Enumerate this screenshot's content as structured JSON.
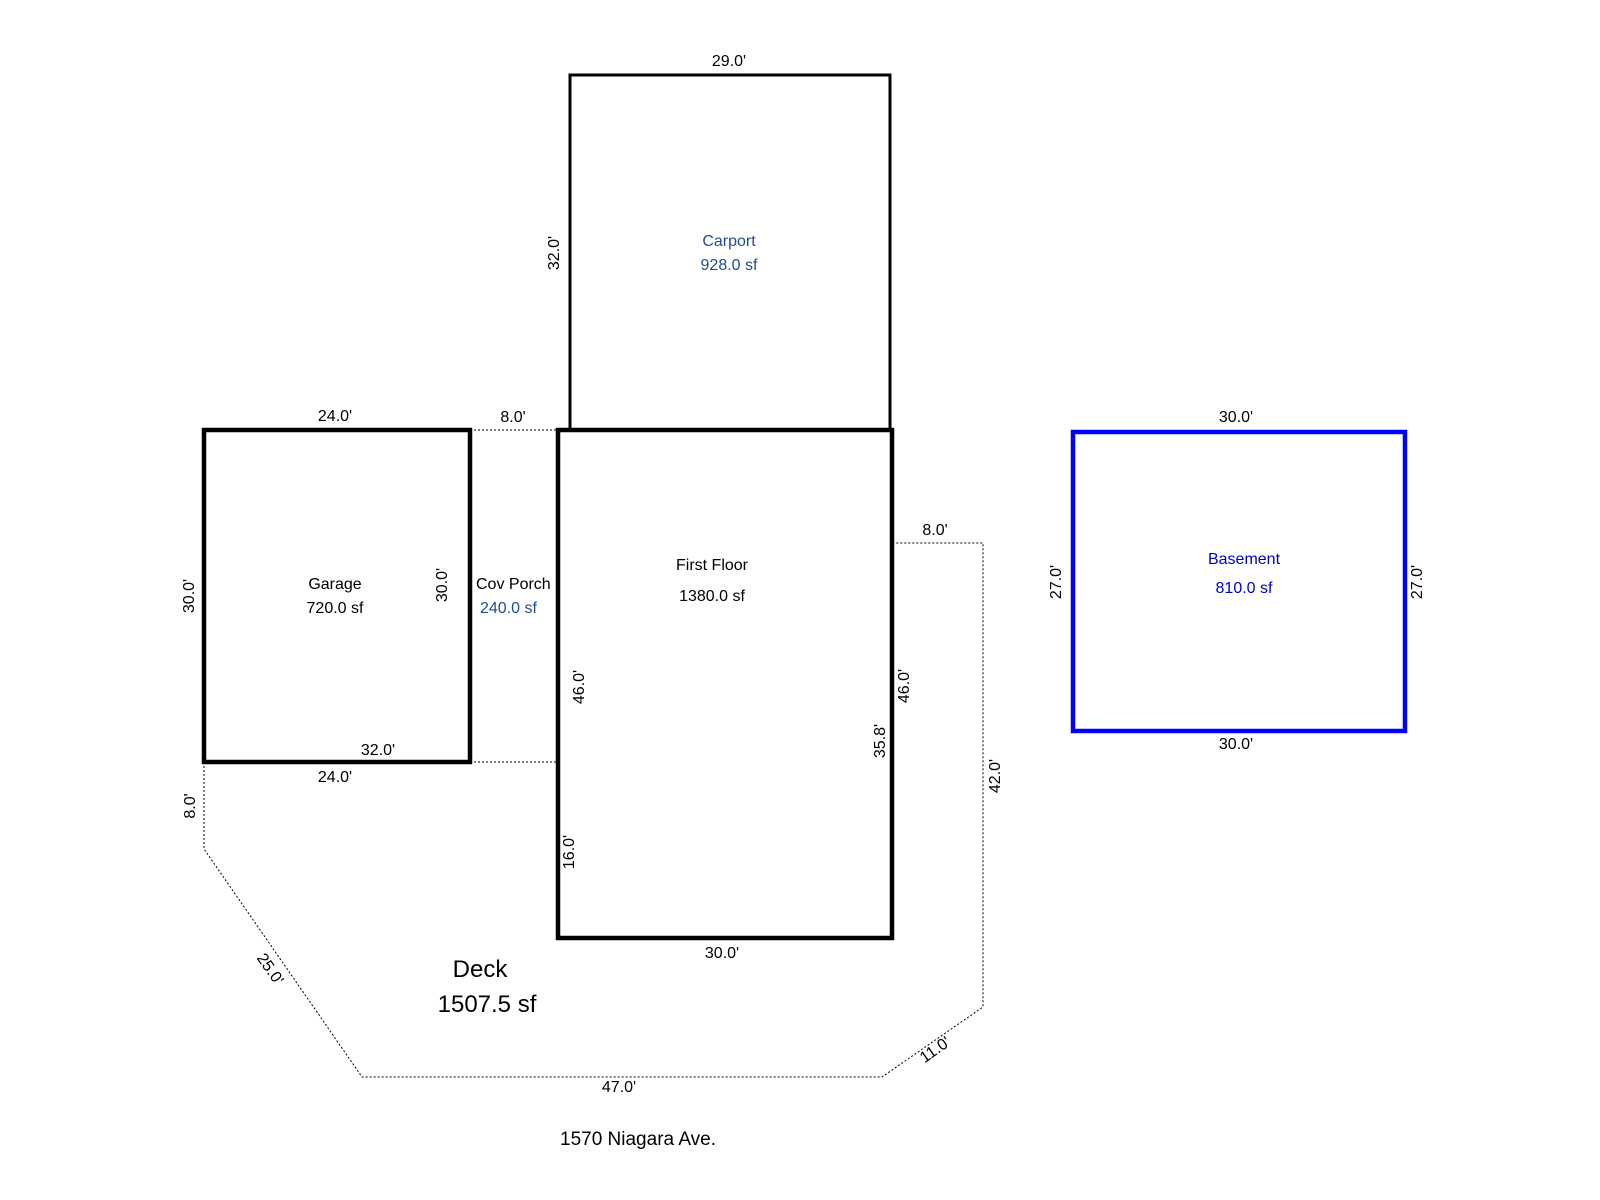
{
  "colors": {
    "wall": "#000000",
    "basement_wall": "#0000ff",
    "carport_label": "#1f4e8c",
    "porch_area": "#1f4e8c",
    "basement_label": "#0000c8"
  },
  "carport": {
    "name": "Carport",
    "area": "928.0 sf",
    "dims": {
      "top": "29.0'",
      "left": "32.0'"
    }
  },
  "garage": {
    "name": "Garage",
    "area": "720.0 sf",
    "dims": {
      "top": "24.0'",
      "left": "30.0'",
      "right": "30.0'",
      "bottom": "24.0'"
    }
  },
  "porch": {
    "name": "Cov Porch",
    "area": "240.0 sf",
    "dims": {
      "top": "8.0'"
    }
  },
  "first_floor": {
    "name": "First Floor",
    "area": "1380.0 sf",
    "dims": {
      "left": "46.0'",
      "right": "46.0'",
      "bottom": "30.0'"
    }
  },
  "basement": {
    "name": "Basement",
    "area": "810.0 sf",
    "dims": {
      "top": "30.0'",
      "bottom": "30.0'",
      "left": "27.0'",
      "right": "27.0'"
    }
  },
  "deck": {
    "name": "Deck",
    "area": "1507.5 sf",
    "dims": {
      "garage_edge": "32.0'",
      "left_short": "8.0'",
      "diagonal_left": "25.0'",
      "bottom": "47.0'",
      "diagonal_right": "11.0'",
      "right": "42.0'",
      "top_right": "8.0'",
      "inner_right": "35.8'",
      "inner_left": "16.0'"
    }
  },
  "address": "1570 Niagara Ave."
}
